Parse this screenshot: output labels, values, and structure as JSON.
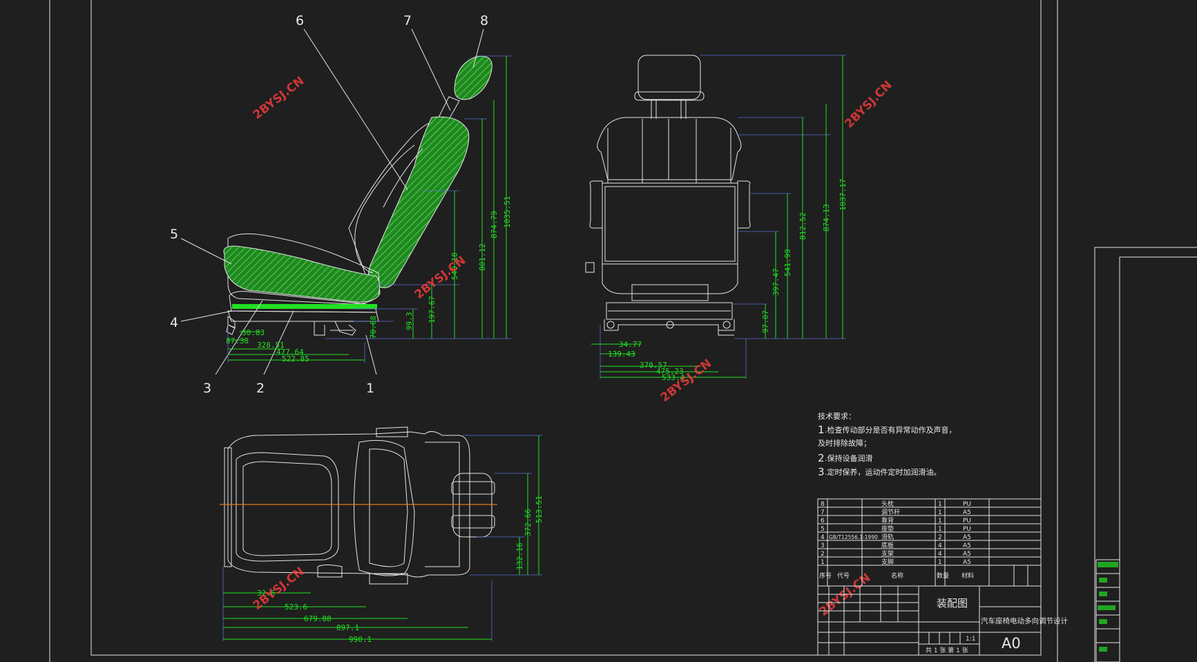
{
  "callouts": [
    "1",
    "2",
    "3",
    "4",
    "5",
    "6",
    "7",
    "8"
  ],
  "dimensions": {
    "side_horizontal": [
      "30.83",
      "87.38",
      "328.51",
      "477.64",
      "522.85"
    ],
    "side_vertical": [
      "70.08",
      "99.3",
      "197.67",
      "540.18",
      "801.12",
      "874.79",
      "1035.51"
    ],
    "front_horizontal": [
      "34.77",
      "139.43",
      "370.57",
      "475.23",
      "533.4"
    ],
    "front_vertical": [
      "97.07",
      "397.47",
      "541.99",
      "812.52",
      "874.13",
      "1037.17"
    ],
    "top_horizontal": [
      "32.6",
      "523.6",
      "679.88",
      "897.1",
      "990.1"
    ],
    "top_vertical": [
      "132.16",
      "372.66",
      "513.51"
    ]
  },
  "watermark": "2BYSJ.CN",
  "tech_notes": {
    "title": "技术要求：",
    "lines": [
      {
        "num": "1",
        "text": ".检查传动部分是否有异常动作及声音，"
      },
      {
        "num": "",
        "text": "及时排除故障；"
      },
      {
        "num": "2",
        "text": ".保持设备润滑"
      },
      {
        "num": "3",
        "text": ".定时保养，运动件定时加润滑油。"
      }
    ]
  },
  "parts_list": [
    {
      "no": "8",
      "code": "",
      "name": "头枕",
      "qty": "1",
      "material": "PU"
    },
    {
      "no": "7",
      "code": "",
      "name": "调节杆",
      "qty": "1",
      "material": "A5"
    },
    {
      "no": "6",
      "code": "",
      "name": "靠背",
      "qty": "1",
      "material": "PU"
    },
    {
      "no": "5",
      "code": "",
      "name": "座垫",
      "qty": "1",
      "material": "PU"
    },
    {
      "no": "4",
      "code": "GB/T12556.1-1990",
      "name": "滑轨",
      "qty": "2",
      "material": "A5"
    },
    {
      "no": "3",
      "code": "",
      "name": "底板",
      "qty": "4",
      "material": "A5"
    },
    {
      "no": "2",
      "code": "",
      "name": "支架",
      "qty": "4",
      "material": "A5"
    },
    {
      "no": "1",
      "code": "",
      "name": "支脚",
      "qty": "1",
      "material": "A5"
    }
  ],
  "parts_header": {
    "no": "序号",
    "code": "代号",
    "name": "名称",
    "qty": "数量",
    "material": "材料"
  },
  "title_block": {
    "drawing_name": "装配图",
    "project": "汽车座椅电动多向调节设计",
    "sheet_size": "A0",
    "scale": "1:1",
    "sheets": "共 1 张  第 1 张"
  }
}
